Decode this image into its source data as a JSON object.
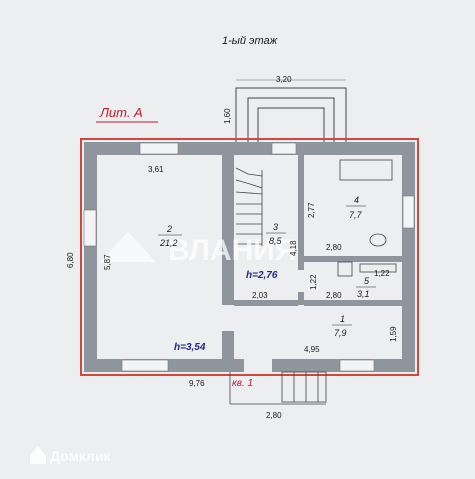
{
  "floor_title": "1-ый этаж",
  "letter_label": "Лит. А",
  "apartment_label": "кв. 1",
  "watermark": "ВЛАНИЯ",
  "brand": "Домклик",
  "dimensions": {
    "porch_top": "3,20",
    "porch_side": "1,60",
    "total_width": "9,76",
    "total_height": "6,80",
    "room2_width": "3,61",
    "room2_height": "5,87",
    "height_room2": "h=3,54",
    "room3_height_left": "4,18",
    "room3_width_bottom": "2,03",
    "height_room3": "h=2,76",
    "room4_height": "2,77",
    "room4_width": "2,80",
    "room5_height": "1,22",
    "room5_width_top": "1,22",
    "room5_width_bottom": "2,80",
    "room1_width": "4,95",
    "room1_height": "1,59",
    "bottom_porch": "2,80"
  },
  "rooms": [
    {
      "number": "1",
      "area": "7,9"
    },
    {
      "number": "2",
      "area": "21,2"
    },
    {
      "number": "3",
      "area": "8,5"
    },
    {
      "number": "4",
      "area": "7,7"
    },
    {
      "number": "5",
      "area": "3,1"
    }
  ]
}
